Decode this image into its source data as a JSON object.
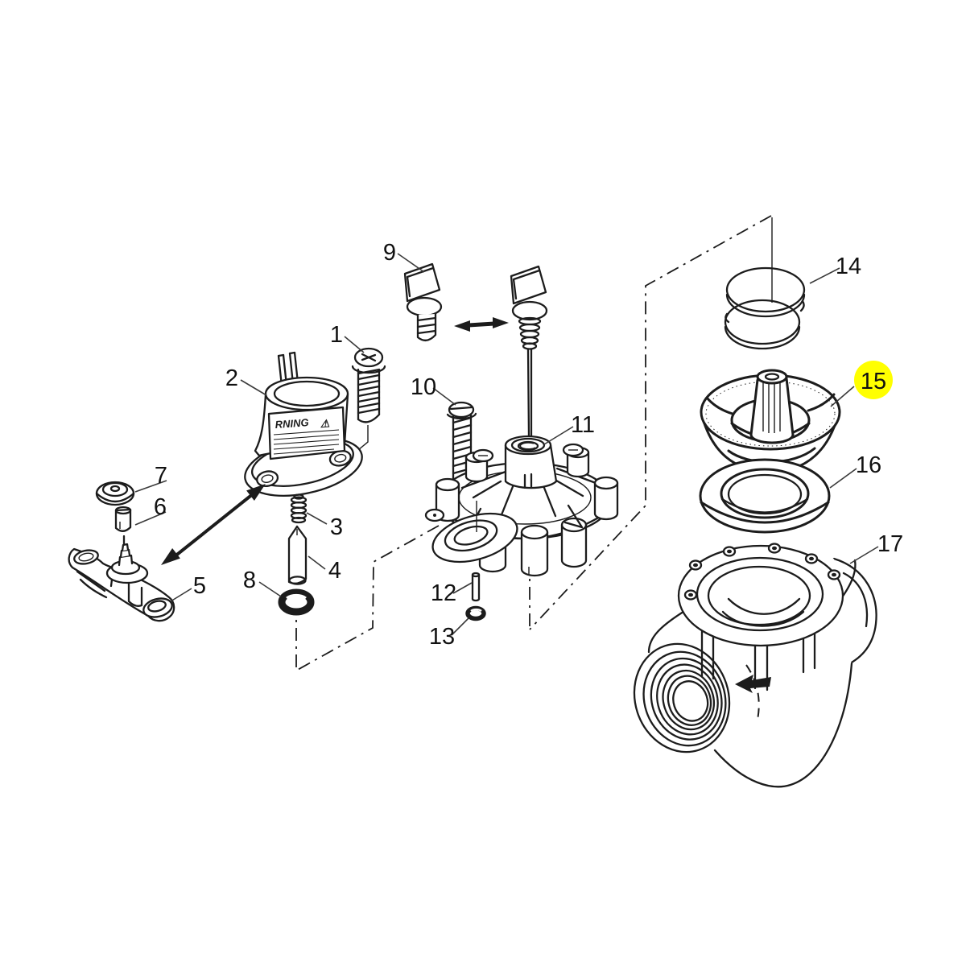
{
  "colors": {
    "background": "#ffffff",
    "line": "#1c1c1c",
    "label_text": "#111111",
    "highlight": "#ffff00",
    "leader": "#3a3a3a"
  },
  "labels": [
    {
      "text": "1",
      "highlighted": false
    },
    {
      "text": "2",
      "highlighted": false
    },
    {
      "text": "3",
      "highlighted": false
    },
    {
      "text": "4",
      "highlighted": false
    },
    {
      "text": "5",
      "highlighted": false
    },
    {
      "text": "6",
      "highlighted": false
    },
    {
      "text": "7",
      "highlighted": false
    },
    {
      "text": "8",
      "highlighted": false
    },
    {
      "text": "9",
      "highlighted": false
    },
    {
      "text": "10",
      "highlighted": false
    },
    {
      "text": "11",
      "highlighted": false
    },
    {
      "text": "12",
      "highlighted": false
    },
    {
      "text": "13",
      "highlighted": false
    },
    {
      "text": "14",
      "highlighted": false
    },
    {
      "text": "15",
      "highlighted": true
    },
    {
      "text": "16",
      "highlighted": false
    },
    {
      "text": "17",
      "highlighted": false
    }
  ],
  "highlight": {
    "part_label": "15",
    "color": "#ffff00",
    "shape": "circle"
  },
  "solenoid_warning_label": {
    "visible_text": "RNING",
    "symbol": "⚠"
  }
}
